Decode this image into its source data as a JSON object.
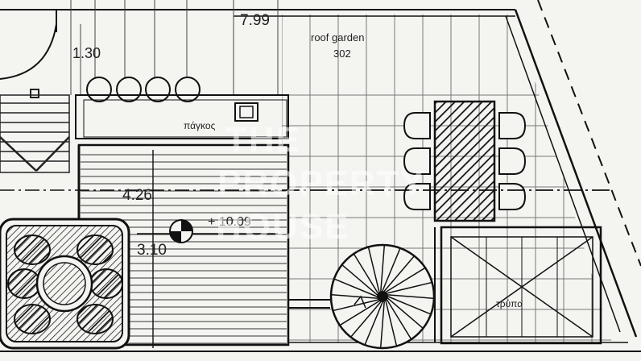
{
  "labels": {
    "dim_top_width": "7.99",
    "dim_left_depth": "1.30",
    "room_name": "roof garden",
    "room_number": "302",
    "counter_label": "πάγκος",
    "dim_deck_width": "4.26",
    "dim_deck_depth": "3.10",
    "level_mark": "+ 10.09",
    "skylight_label": "τρύπα"
  },
  "watermark": [
    "THE",
    "PROPERTY",
    "HOUSE"
  ],
  "colors": {
    "ink": "#1a1a1a",
    "paper": "#f4f4f1"
  }
}
